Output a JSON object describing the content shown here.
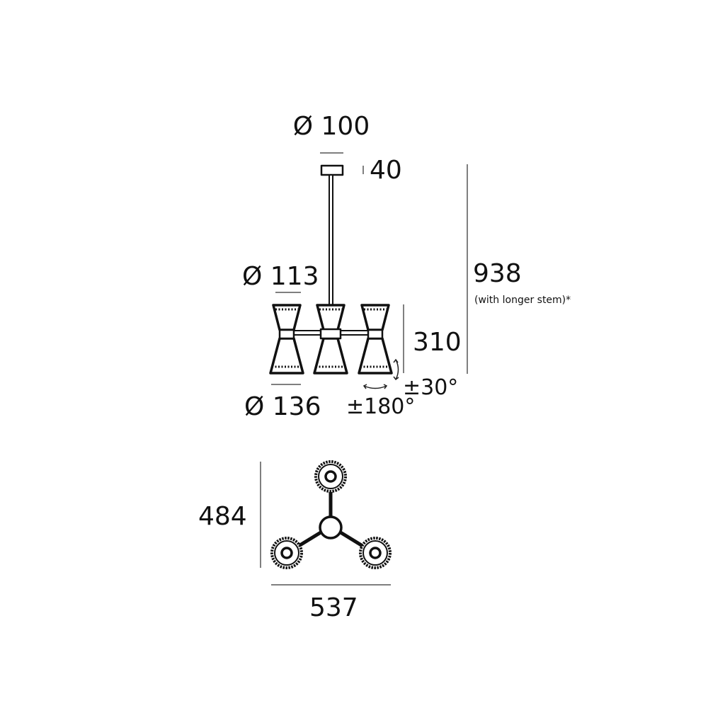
{
  "dimensions": {
    "canopy_diameter": "Ø 100",
    "canopy_height": "40",
    "total_height": "938",
    "total_height_note": "(with longer stem)*",
    "shade_top_diameter": "Ø 113",
    "body_height": "310",
    "shade_bottom_diameter": "Ø 136",
    "tilt": "±30°",
    "rotation": "±180°",
    "plan_depth": "484",
    "plan_width": "537"
  },
  "colors": {
    "line": "#111111",
    "dimension": "#555555"
  }
}
